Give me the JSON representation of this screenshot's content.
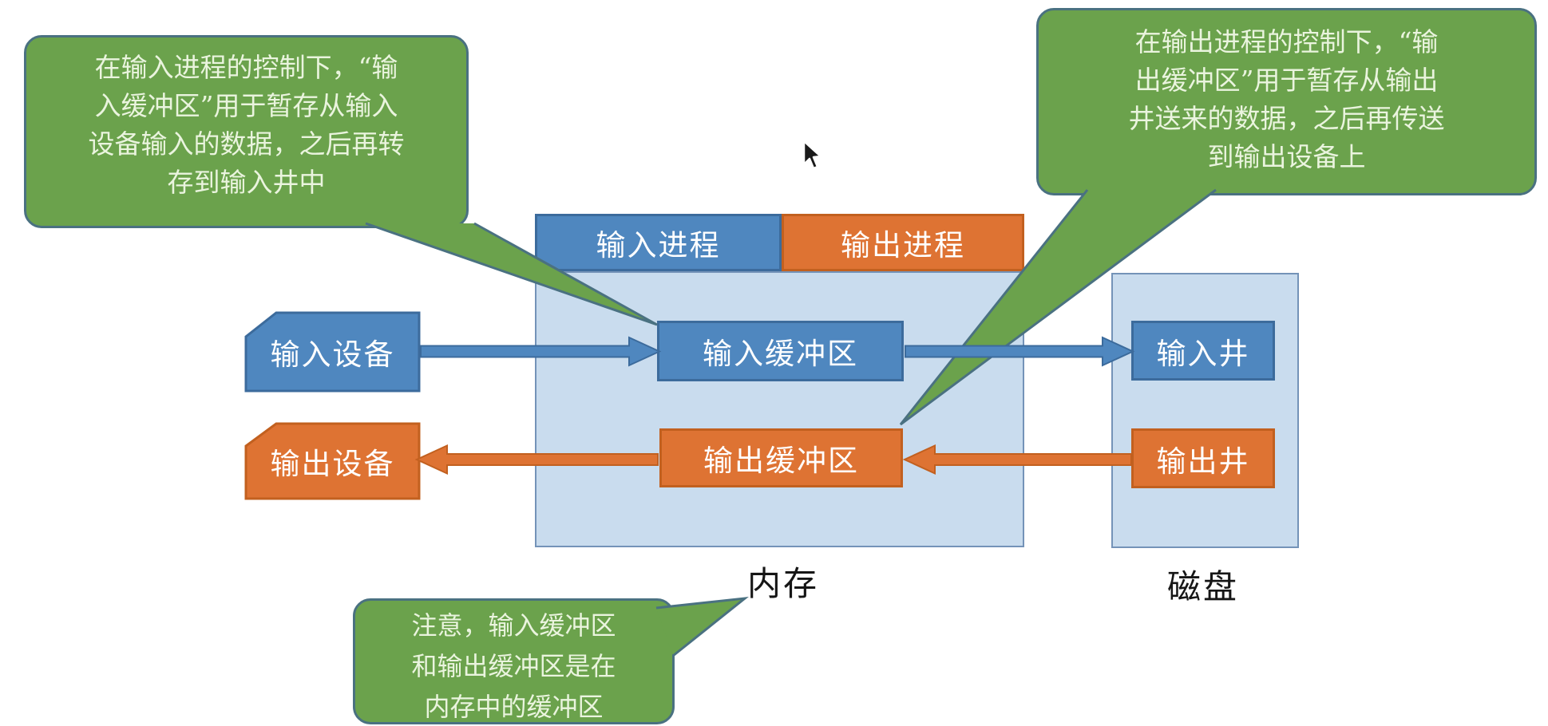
{
  "slide": {
    "background": "#ffffff"
  },
  "colors": {
    "callout_green": "#6ba24c",
    "callout_border": "#4a7181",
    "callout_text": "#eaf4de",
    "blue": "#4f87bf",
    "blue_border": "#3c6b9c",
    "orange": "#de7333",
    "orange_border": "#c2601f",
    "panel_fill": "#c9dcee",
    "panel_border": "#7493b8",
    "caption_text": "#161616"
  },
  "callouts": {
    "input_note": {
      "lines": [
        "在输入进程的控制下，“输",
        "入缓冲区”用于暂存从输入",
        "设备输入的数据，之后再转",
        "存到输入井中"
      ]
    },
    "output_note": {
      "lines": [
        "在输出进程的控制下，“输",
        "出缓冲区”用于暂存从输出",
        "井送来的数据，之后再传送",
        "到输出设备上"
      ]
    },
    "memory_note": {
      "lines": [
        "注意，输入缓冲区",
        "和输出缓冲区是在",
        "内存中的缓冲区"
      ]
    }
  },
  "process_row": {
    "input_process": "输入进程",
    "output_process": "输出进程"
  },
  "memory": {
    "caption": "内存",
    "input_buffer": "输入缓冲区",
    "output_buffer": "输出缓冲区"
  },
  "disk": {
    "caption": "磁盘",
    "input_well": "输入井",
    "output_well": "输出井"
  },
  "devices": {
    "input_device": "输入设备",
    "output_device": "输出设备"
  }
}
